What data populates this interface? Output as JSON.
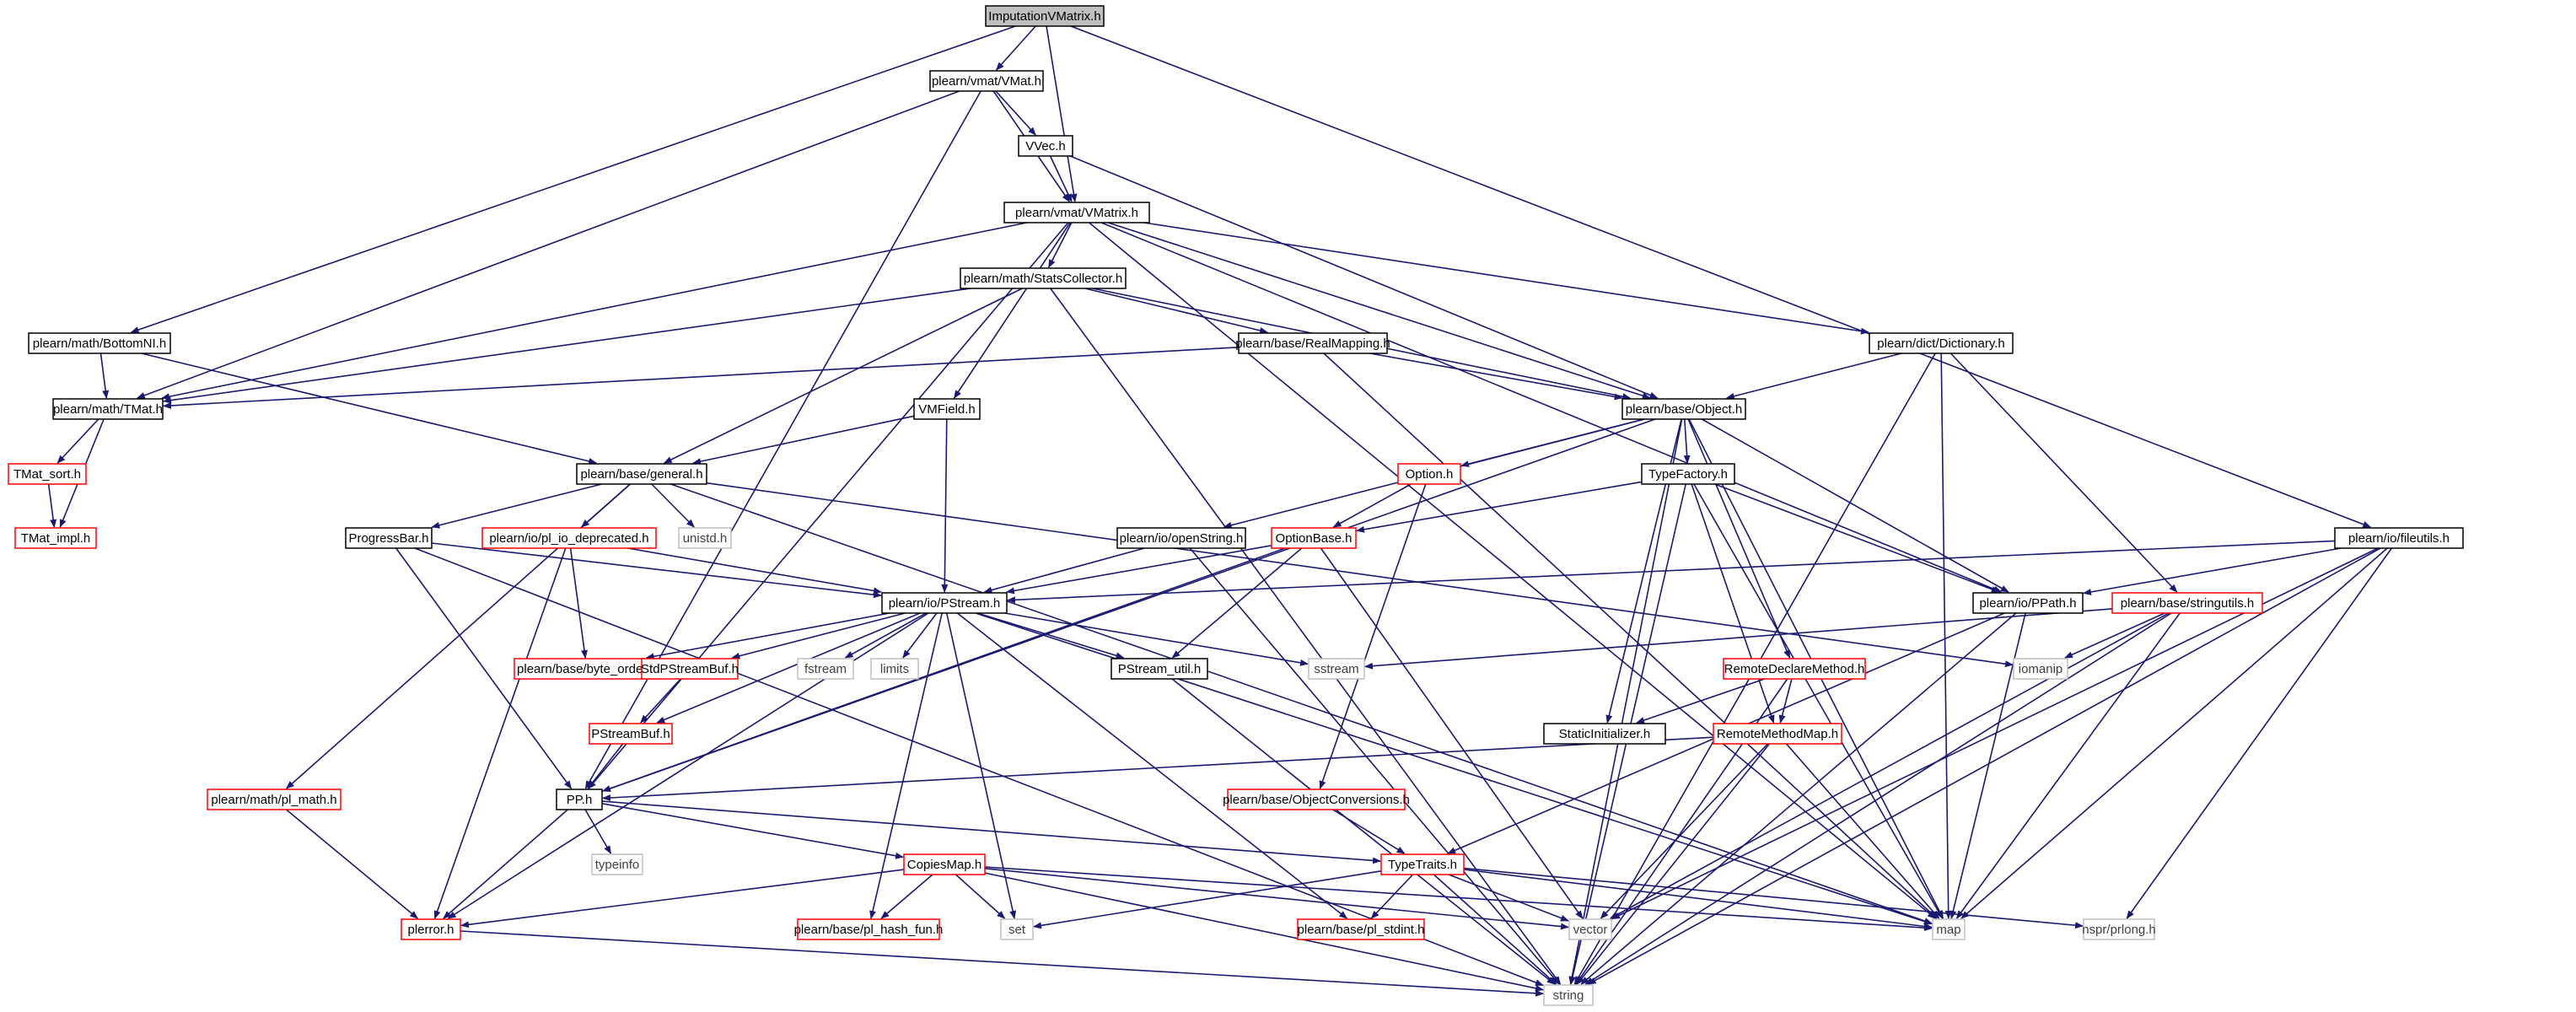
{
  "colors": {
    "edge": "#191970",
    "normal_border": "#000000",
    "incomplete_border": "#ff0000",
    "external_border": "#bfbfbf",
    "root_fill": "#bfbfbf"
  },
  "nodes": [
    {
      "id": "imputationvmatrix",
      "label": "ImputationVMatrix.h",
      "kind": "root"
    },
    {
      "id": "vmat",
      "label": "plearn/vmat/VMat.h",
      "kind": "normal"
    },
    {
      "id": "vvec",
      "label": "VVec.h",
      "kind": "normal"
    },
    {
      "id": "vmatrix",
      "label": "plearn/vmat/VMatrix.h",
      "kind": "normal"
    },
    {
      "id": "statscollector",
      "label": "plearn/math/StatsCollector.h",
      "kind": "normal"
    },
    {
      "id": "bottomni",
      "label": "plearn/math/BottomNI.h",
      "kind": "normal"
    },
    {
      "id": "tmat",
      "label": "plearn/math/TMat.h",
      "kind": "normal"
    },
    {
      "id": "tmatsort",
      "label": "TMat_sort.h",
      "kind": "incomplete"
    },
    {
      "id": "tmatimpl",
      "label": "TMat_impl.h",
      "kind": "incomplete"
    },
    {
      "id": "realmapping",
      "label": "plearn/base/RealMapping.h",
      "kind": "normal"
    },
    {
      "id": "dictionary",
      "label": "plearn/dict/Dictionary.h",
      "kind": "normal"
    },
    {
      "id": "object",
      "label": "plearn/base/Object.h",
      "kind": "normal"
    },
    {
      "id": "vmfield",
      "label": "VMField.h",
      "kind": "normal"
    },
    {
      "id": "general",
      "label": "plearn/base/general.h",
      "kind": "normal"
    },
    {
      "id": "option",
      "label": "Option.h",
      "kind": "incomplete"
    },
    {
      "id": "typefactory",
      "label": "TypeFactory.h",
      "kind": "normal"
    },
    {
      "id": "fileutils",
      "label": "plearn/io/fileutils.h",
      "kind": "normal"
    },
    {
      "id": "progressbar",
      "label": "ProgressBar.h",
      "kind": "normal"
    },
    {
      "id": "pliodep",
      "label": "plearn/io/pl_io_deprecated.h",
      "kind": "incomplete"
    },
    {
      "id": "unistd",
      "label": "unistd.h",
      "kind": "external"
    },
    {
      "id": "openstring",
      "label": "plearn/io/openString.h",
      "kind": "normal"
    },
    {
      "id": "optionbase",
      "label": "OptionBase.h",
      "kind": "incomplete"
    },
    {
      "id": "ppath",
      "label": "plearn/io/PPath.h",
      "kind": "normal"
    },
    {
      "id": "stringutils",
      "label": "plearn/base/stringutils.h",
      "kind": "incomplete"
    },
    {
      "id": "pstream",
      "label": "plearn/io/PStream.h",
      "kind": "normal"
    },
    {
      "id": "byteorder",
      "label": "plearn/base/byte_order.h",
      "kind": "incomplete"
    },
    {
      "id": "stdpstreambuf",
      "label": "StdPStreamBuf.h",
      "kind": "incomplete"
    },
    {
      "id": "fstream",
      "label": "fstream",
      "kind": "external"
    },
    {
      "id": "limits",
      "label": "limits",
      "kind": "external"
    },
    {
      "id": "pstreamutil",
      "label": "PStream_util.h",
      "kind": "normal"
    },
    {
      "id": "sstream",
      "label": "sstream",
      "kind": "external"
    },
    {
      "id": "remotedeclare",
      "label": "RemoteDeclareMethod.h",
      "kind": "incomplete"
    },
    {
      "id": "iomanip",
      "label": "iomanip",
      "kind": "external"
    },
    {
      "id": "staticinit",
      "label": "StaticInitializer.h",
      "kind": "normal"
    },
    {
      "id": "pstreambuf",
      "label": "PStreamBuf.h",
      "kind": "incomplete"
    },
    {
      "id": "remotemethodmap",
      "label": "RemoteMethodMap.h",
      "kind": "incomplete"
    },
    {
      "id": "plmath",
      "label": "plearn/math/pl_math.h",
      "kind": "incomplete"
    },
    {
      "id": "pp",
      "label": "PP.h",
      "kind": "normal"
    },
    {
      "id": "objconv",
      "label": "plearn/base/ObjectConversions.h",
      "kind": "incomplete"
    },
    {
      "id": "typeinfo",
      "label": "typeinfo",
      "kind": "external"
    },
    {
      "id": "copiesmap",
      "label": "CopiesMap.h",
      "kind": "incomplete"
    },
    {
      "id": "typetraits",
      "label": "TypeTraits.h",
      "kind": "incomplete"
    },
    {
      "id": "plerror",
      "label": "plerror.h",
      "kind": "incomplete"
    },
    {
      "id": "plhash",
      "label": "plearn/base/pl_hash_fun.h",
      "kind": "incomplete"
    },
    {
      "id": "set",
      "label": "set",
      "kind": "external"
    },
    {
      "id": "plstdint",
      "label": "plearn/base/pl_stdint.h",
      "kind": "incomplete"
    },
    {
      "id": "vector",
      "label": "vector",
      "kind": "external"
    },
    {
      "id": "map",
      "label": "map",
      "kind": "external"
    },
    {
      "id": "nsprprlong",
      "label": "nspr/prlong.h",
      "kind": "external"
    },
    {
      "id": "string",
      "label": "string",
      "kind": "external"
    }
  ],
  "edges": [
    [
      "imputationvmatrix",
      "vmat"
    ],
    [
      "imputationvmatrix",
      "vmatrix"
    ],
    [
      "imputationvmatrix",
      "bottomni"
    ],
    [
      "imputationvmatrix",
      "fileutils"
    ],
    [
      "vmat",
      "vvec"
    ],
    [
      "vmat",
      "vmatrix"
    ],
    [
      "vmat",
      "tmat"
    ],
    [
      "vmat",
      "pp"
    ],
    [
      "vvec",
      "vmatrix"
    ],
    [
      "vvec",
      "object"
    ],
    [
      "vmatrix",
      "statscollector"
    ],
    [
      "vmatrix",
      "tmat"
    ],
    [
      "vmatrix",
      "object"
    ],
    [
      "vmatrix",
      "dictionary"
    ],
    [
      "vmatrix",
      "vmfield"
    ],
    [
      "vmatrix",
      "pp"
    ],
    [
      "vmatrix",
      "ppath"
    ],
    [
      "vmatrix",
      "map"
    ],
    [
      "statscollector",
      "tmat"
    ],
    [
      "statscollector",
      "realmapping"
    ],
    [
      "statscollector",
      "object"
    ],
    [
      "statscollector",
      "general"
    ],
    [
      "statscollector",
      "string"
    ],
    [
      "bottomni",
      "tmat"
    ],
    [
      "bottomni",
      "general"
    ],
    [
      "tmat",
      "tmatsort"
    ],
    [
      "tmat",
      "tmatimpl"
    ],
    [
      "tmatsort",
      "tmatimpl"
    ],
    [
      "realmapping",
      "tmat"
    ],
    [
      "realmapping",
      "object"
    ],
    [
      "realmapping",
      "map"
    ],
    [
      "dictionary",
      "object"
    ],
    [
      "dictionary",
      "stringutils"
    ],
    [
      "dictionary",
      "map"
    ],
    [
      "dictionary",
      "string"
    ],
    [
      "object",
      "option"
    ],
    [
      "object",
      "typefactory"
    ],
    [
      "object",
      "openstring"
    ],
    [
      "object",
      "ppath"
    ],
    [
      "object",
      "remotedeclare"
    ],
    [
      "object",
      "staticinit"
    ],
    [
      "object",
      "pp"
    ],
    [
      "object",
      "map"
    ],
    [
      "object",
      "string"
    ],
    [
      "vmfield",
      "general"
    ],
    [
      "vmfield",
      "pstream"
    ],
    [
      "general",
      "progressbar"
    ],
    [
      "general",
      "pliodep"
    ],
    [
      "general",
      "unistd"
    ],
    [
      "general",
      "plmath"
    ],
    [
      "general",
      "iomanip"
    ],
    [
      "general",
      "map"
    ],
    [
      "option",
      "optionbase"
    ],
    [
      "option",
      "objconv"
    ],
    [
      "typefactory",
      "optionbase"
    ],
    [
      "typefactory",
      "ppath"
    ],
    [
      "typefactory",
      "remotemethodmap"
    ],
    [
      "typefactory",
      "map"
    ],
    [
      "typefactory",
      "string"
    ],
    [
      "fileutils",
      "ppath"
    ],
    [
      "fileutils",
      "pstream"
    ],
    [
      "fileutils",
      "vector"
    ],
    [
      "fileutils",
      "map"
    ],
    [
      "fileutils",
      "nsprprlong"
    ],
    [
      "fileutils",
      "string"
    ],
    [
      "progressbar",
      "pstream"
    ],
    [
      "progressbar",
      "pp"
    ],
    [
      "progressbar",
      "string"
    ],
    [
      "pliodep",
      "pstream"
    ],
    [
      "pliodep",
      "byteorder"
    ],
    [
      "pliodep",
      "plerror"
    ],
    [
      "openstring",
      "pstream"
    ],
    [
      "openstring",
      "string"
    ],
    [
      "optionbase",
      "pstream"
    ],
    [
      "optionbase",
      "pstreamutil"
    ],
    [
      "optionbase",
      "pp"
    ],
    [
      "optionbase",
      "vector"
    ],
    [
      "ppath",
      "typetraits"
    ],
    [
      "ppath",
      "map"
    ],
    [
      "ppath",
      "string"
    ],
    [
      "stringutils",
      "sstream"
    ],
    [
      "stringutils",
      "iomanip"
    ],
    [
      "stringutils",
      "vector"
    ],
    [
      "stringutils",
      "map"
    ],
    [
      "stringutils",
      "string"
    ],
    [
      "pstream",
      "byteorder"
    ],
    [
      "pstream",
      "stdpstreambuf"
    ],
    [
      "pstream",
      "pstreambuf"
    ],
    [
      "pstream",
      "fstream"
    ],
    [
      "pstream",
      "limits"
    ],
    [
      "pstream",
      "pstreamutil"
    ],
    [
      "pstream",
      "sstream"
    ],
    [
      "pstream",
      "plerror"
    ],
    [
      "pstream",
      "plhash"
    ],
    [
      "pstream",
      "set"
    ],
    [
      "pstream",
      "plstdint"
    ],
    [
      "pstream",
      "map"
    ],
    [
      "stdpstreambuf",
      "pstreambuf"
    ],
    [
      "pstreambuf",
      "pp"
    ],
    [
      "pstreamutil",
      "string"
    ],
    [
      "remotedeclare",
      "remotemethodmap"
    ],
    [
      "remotedeclare",
      "staticinit"
    ],
    [
      "remotedeclare",
      "string"
    ],
    [
      "remotemethodmap",
      "pp"
    ],
    [
      "remotemethodmap",
      "vector"
    ],
    [
      "remotemethodmap",
      "map"
    ],
    [
      "remotemethodmap",
      "string"
    ],
    [
      "plmath",
      "plerror"
    ],
    [
      "pp",
      "typeinfo"
    ],
    [
      "pp",
      "copiesmap"
    ],
    [
      "pp",
      "typetraits"
    ],
    [
      "pp",
      "plerror"
    ],
    [
      "objconv",
      "typetraits"
    ],
    [
      "copiesmap",
      "plerror"
    ],
    [
      "copiesmap",
      "plhash"
    ],
    [
      "copiesmap",
      "set"
    ],
    [
      "copiesmap",
      "map"
    ],
    [
      "copiesmap",
      "string"
    ],
    [
      "copiesmap",
      "vector"
    ],
    [
      "typetraits",
      "set"
    ],
    [
      "typetraits",
      "plstdint"
    ],
    [
      "typetraits",
      "vector"
    ],
    [
      "typetraits",
      "map"
    ],
    [
      "typetraits",
      "nsprprlong"
    ],
    [
      "typetraits",
      "string"
    ],
    [
      "plerror",
      "string"
    ]
  ]
}
